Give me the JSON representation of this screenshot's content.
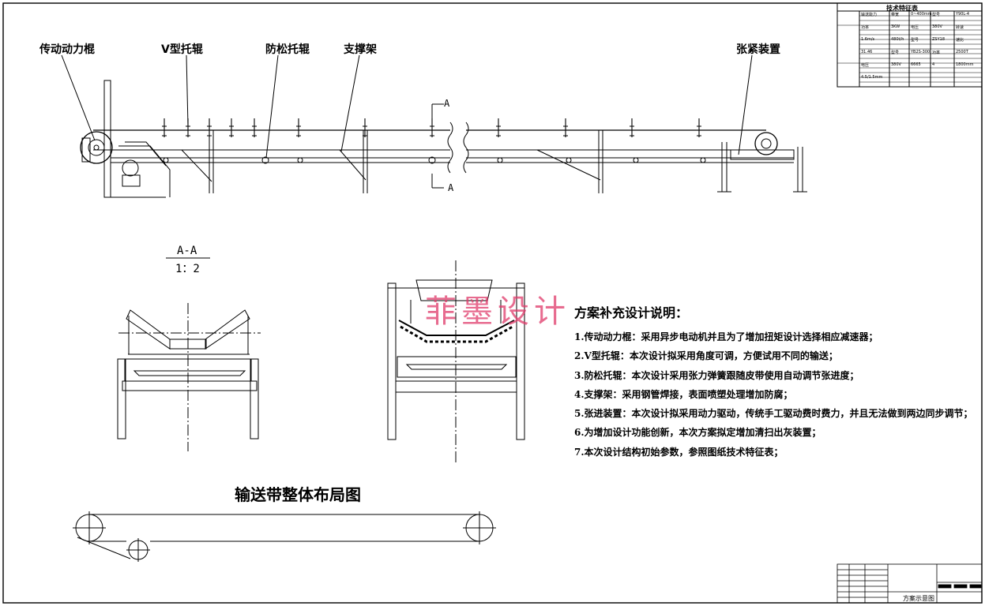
{
  "callouts": {
    "drive_roller": "传动动力棍",
    "v_idler": "V型托辊",
    "anti_loose_idler": "防松托辊",
    "support_frame": "支撑架",
    "tension_device": "张紧装置"
  },
  "section": {
    "marker_top": "A",
    "marker_bottom": "A",
    "view_name": "A-A",
    "scale": "1：2"
  },
  "watermark": "菲墨设计",
  "notes": {
    "title": "方案补充设计说明：",
    "items": [
      "1.传动动力棍：采用异步电动机并且为了增加扭矩设计选择相应减速器；",
      "2.V型托辊：本次设计拟采用角度可调，方便试用不同的输送；",
      "3.防松托辊：本次设计采用张力弹簧跟随皮带使用自动调节张进度；",
      "4.支撑架：采用钢管焊接，表面喷塑处理增加防腐；",
      "5.张进装置：本次设计拟采用动力驱动，传统手工驱动费时费力，并且无法做到两边同步调节；",
      "6.为增加设计功能创新，本次方案拟定增加清扫出灰装置；",
      "7.本次设计结构初始参数，参照图纸技术特征表；"
    ]
  },
  "layout_title": "输送带整体布局图",
  "spec_table": {
    "title": "技术特征表",
    "cells": [
      "输送能力",
      "带宽",
      "0~400mm",
      "型号",
      "Y90L-4",
      "功率",
      "3KW",
      "电压",
      "380V",
      "转速",
      "1.6m/s",
      "480t/h",
      "型号",
      "ZSY18",
      "速比",
      "31.46",
      "型号",
      "YB2S-300",
      "功率",
      "2500T",
      "电压",
      "380V",
      "6665",
      "4",
      "1800mm",
      "4.5/1.5mm"
    ]
  },
  "title_block": {
    "drawing_name": "方案示意图"
  }
}
